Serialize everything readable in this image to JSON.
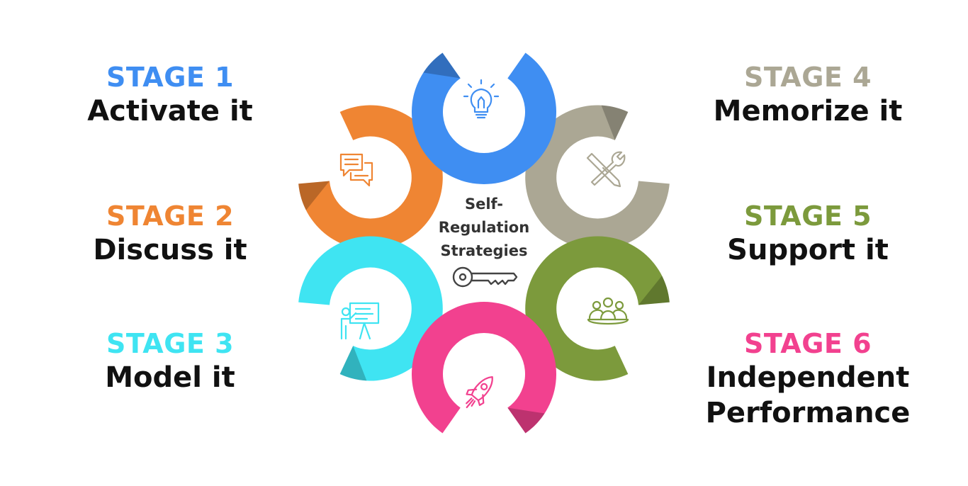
{
  "stages": [
    {
      "number": "STAGE 1",
      "title": "Activate it",
      "color": "#3f8ef2",
      "icon": "lightbulb-icon"
    },
    {
      "number": "STAGE 2",
      "title": "Discuss it",
      "color": "#ef8533",
      "icon": "chat-bubbles-icon"
    },
    {
      "number": "STAGE 3",
      "title": "Model it",
      "color": "#3fe4f2",
      "icon": "presentation-icon"
    },
    {
      "number": "STAGE 4",
      "title": "Memorize it",
      "color": "#aba794",
      "icon": "tools-icon"
    },
    {
      "number": "STAGE 5",
      "title": "Support it",
      "color": "#7c9a3c",
      "icon": "team-icon"
    },
    {
      "number": "STAGE 6",
      "title": "Independent Performance",
      "color": "#f2418f",
      "icon": "rocket-icon"
    }
  ],
  "center": {
    "lines": [
      "Self-",
      "Regulation",
      "Strategies"
    ],
    "icon": "key-icon"
  }
}
